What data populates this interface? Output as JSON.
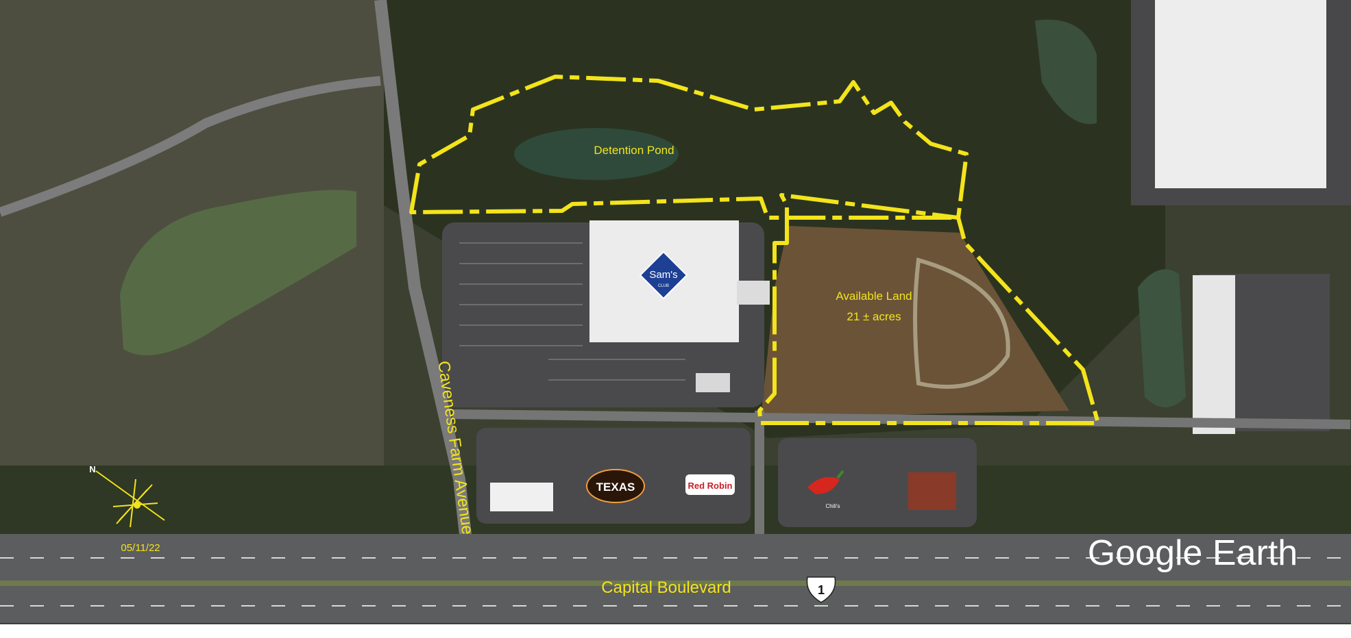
{
  "labels": {
    "detention_pond": "Detention Pond",
    "available_land_line1": "Available Land",
    "available_land_line2": "21 ± acres",
    "caveness_farm_avenue": "Caveness Farm Avenue",
    "capital_boulevard": "Capital Boulevard",
    "route_shield_number": "1",
    "date": "05/11/22",
    "compass_letter": "N",
    "watermark": "Google Earth"
  },
  "logos": {
    "sams_club": "Sam's",
    "sams_club_sub": "CLUB",
    "texas_roadhouse": "TEXAS",
    "red_robin": "Red Robin",
    "chilis": "Chili's"
  },
  "colors": {
    "boundary": "#f3e41b",
    "label_text": "#f3e41b",
    "watermark_text": "#ffffff",
    "sams_blue": "#1d3f94",
    "water": "#41563b",
    "forest": "#2b3320",
    "cleared_land": "#6b5338",
    "asphalt": "#4a4a4c",
    "roof": "#ececec"
  },
  "icons": {
    "compass": "compass-rose-icon",
    "route_shield": "us-highway-shield-icon"
  }
}
